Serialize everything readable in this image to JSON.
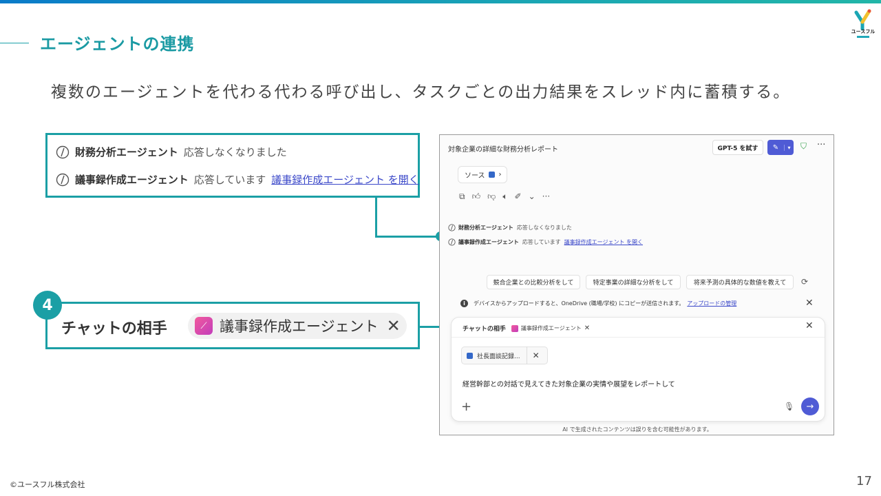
{
  "slide": {
    "title": "エージェントの連携",
    "subtitle": "複数のエージェントを代わる代わる呼び出し、タスクごとの出力結果をスレッド内に蓄積する。",
    "copyright": "©ユースフル株式会社",
    "page_number": "17",
    "logo_text": "ユースフル",
    "accent_color": "#1b9fa5"
  },
  "callout_agents": {
    "rows": [
      {
        "name": "財務分析エージェント",
        "status": "応答しなくなりました",
        "link": ""
      },
      {
        "name": "議事録作成エージェント",
        "status": "応答しています",
        "link": "議事録作成エージェント を開く"
      }
    ]
  },
  "callout_chat": {
    "step": "4",
    "label": "チャットの相手",
    "agent": "議事録作成エージェント",
    "close_glyph": "✕"
  },
  "screenshot": {
    "window_title": "対象企業の詳細な財務分析レポート",
    "model_button": "GPT-5 を試す",
    "more_glyph": "···",
    "source_button": "ソース",
    "agent_rows": [
      {
        "name": "財務分析エージェント",
        "status": "応答しなくなりました",
        "link": ""
      },
      {
        "name": "議事録作成エージェント",
        "status": "応答しています",
        "link": "議事録作成エージェント を開く"
      }
    ],
    "suggestions": [
      "競合企業との比較分析をして",
      "特定事業の詳細な分析をして",
      "将来予測の具体的な数値を教えて"
    ],
    "info_text": "デバイスからアップロードすると、OneDrive (職場/学校) にコピーが送信されます。",
    "info_link": "アップロードの管理",
    "chat_label": "チャットの相手",
    "chat_agent": "議事録作成エージェント",
    "attached_file": "社長面談記録...",
    "prompt_text": "経営幹部との対話で見えてきた対象企業の実情や展望をレポートして",
    "footer": "AI で生成されたコンテンツは誤りを含む可能性があります。"
  }
}
